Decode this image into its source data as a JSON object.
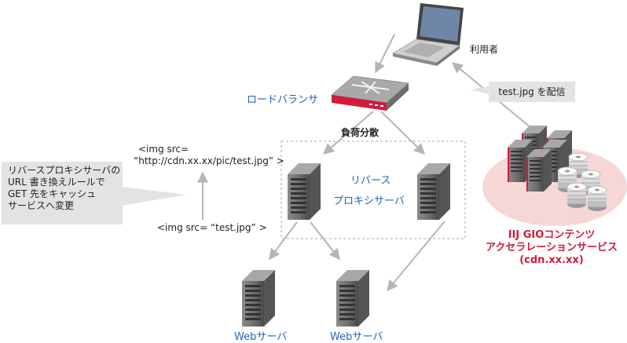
{
  "labels": {
    "user": "利用者",
    "load_balancer": "ロードバランサ",
    "load_distribution": "負荷分散",
    "reverse_proxy_line1": "リバース",
    "reverse_proxy_line2": "プロキシサーバ",
    "web_server_left": "Webサーバ",
    "web_server_right": "Webサーバ",
    "img_cdn_line1": "<img src=",
    "img_cdn_line2": "“http://cdn.xx.xx/pic/test.jpg” >",
    "img_local": "<img src= “test.jpg” >",
    "note_deliver": "test.jpg を配信",
    "note_rewrite": [
      "リバースプロキシサーバの",
      "URL 書き換えルールで",
      "GET 先をキャッシュ",
      "サービスへ変更"
    ],
    "gio_line1": "IIJ GIOコンテンツ",
    "gio_line2": "アクセラレーションサービス",
    "gio_line3": "(cdn.xx.xx)"
  },
  "colors": {
    "accent_red": "#d11a3c",
    "label_blue": "#1f64b7",
    "arrow_gray": "#b5b5b5",
    "note_bg": "#e3e3e3",
    "cdn_ellipse": "#f7d6d6"
  },
  "icons": [
    "laptop-icon",
    "load-balancer-icon",
    "server-rack-icon",
    "disk-stack-icon"
  ]
}
